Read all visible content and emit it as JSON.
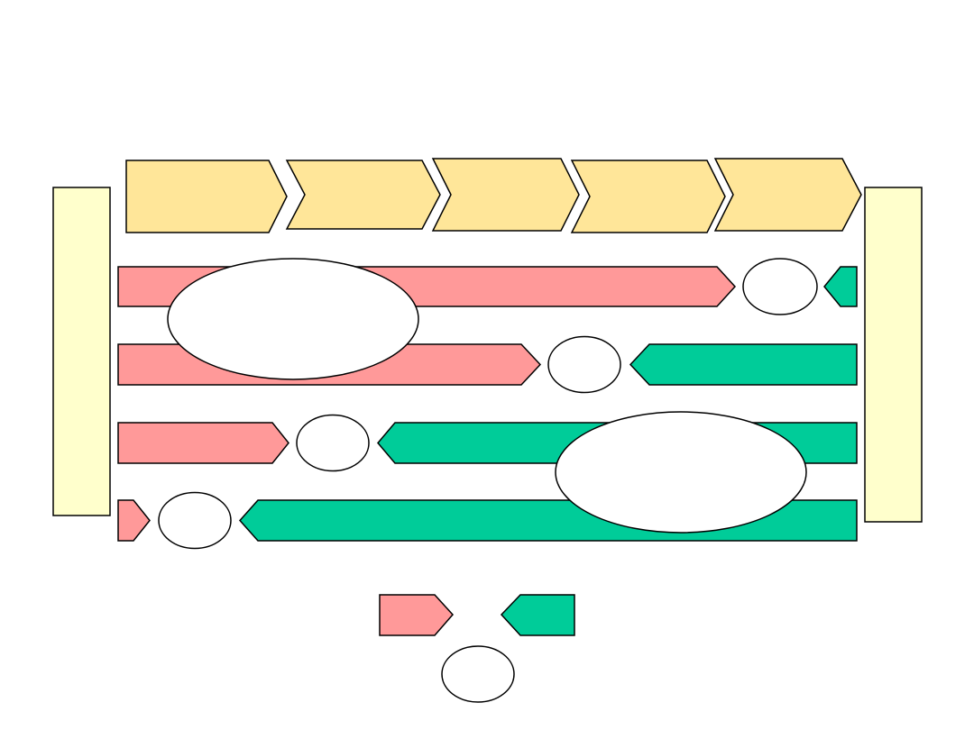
{
  "colors": {
    "stage_chevron": "#FFE699",
    "side_bar": "#FFFFCC",
    "forward_arrow": "#FF9999",
    "backward_arrow": "#00CC99",
    "ellipse": "#FFFFFF",
    "outline": "#000000"
  },
  "stages": [
    {},
    {},
    {},
    {},
    {}
  ],
  "rows": [
    {},
    {},
    {},
    {}
  ],
  "legend": {
    "items": [
      "forward-arrow",
      "backward-arrow",
      "ellipse"
    ]
  }
}
